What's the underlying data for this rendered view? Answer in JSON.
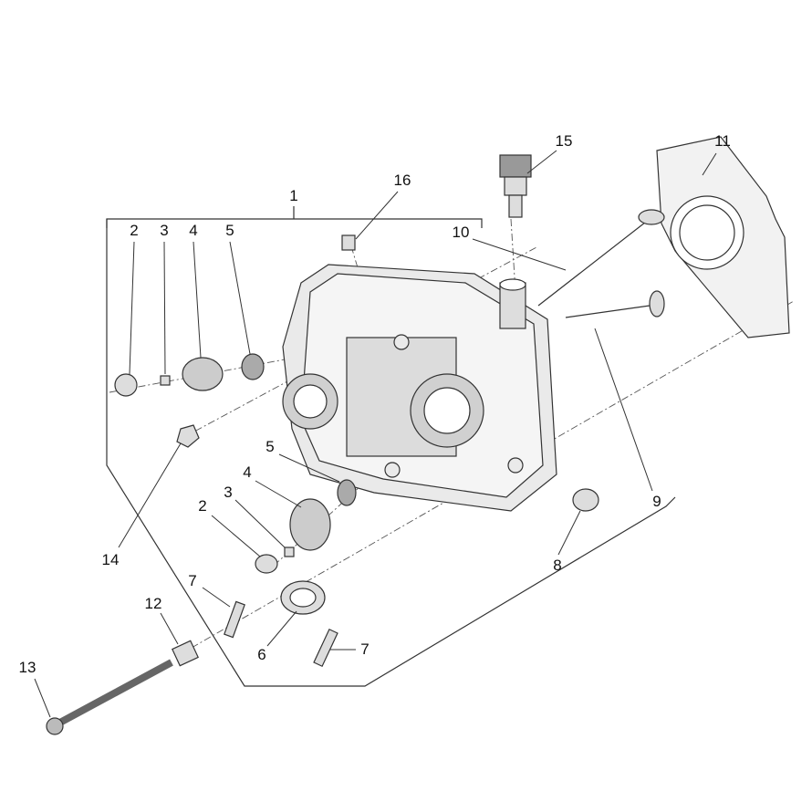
{
  "diagram": {
    "type": "exploded-parts-view",
    "callouts": [
      "1",
      "2",
      "3",
      "4",
      "5",
      "16",
      "15",
      "11",
      "10",
      "9",
      "8",
      "14",
      "5",
      "4",
      "3",
      "2",
      "7",
      "12",
      "6",
      "7",
      "13"
    ]
  },
  "colors": {
    "line": "#333333",
    "part_fill": "#e6e6e6",
    "part_dark": "#9a9a9a"
  }
}
